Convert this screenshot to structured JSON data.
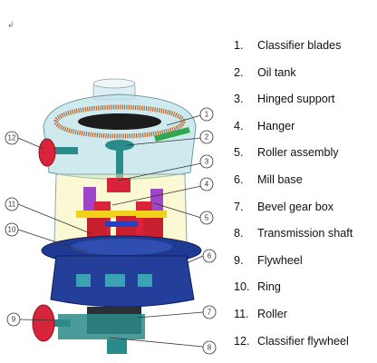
{
  "corner_mark": "↲",
  "legend": [
    {
      "num": "1.",
      "label": "Classifier blades"
    },
    {
      "num": "2.",
      "label": "Oil tank"
    },
    {
      "num": "3.",
      "label": "Hinged support"
    },
    {
      "num": "4.",
      "label": "Hanger"
    },
    {
      "num": "5.",
      "label": "Roller assembly"
    },
    {
      "num": "6.",
      "label": "Mill base"
    },
    {
      "num": "7.",
      "label": "Bevel gear box"
    },
    {
      "num": "8.",
      "label": "Transmission shaft"
    },
    {
      "num": "9.",
      "label": "Flywheel"
    },
    {
      "num": "10.",
      "label": "Ring"
    },
    {
      "num": "11.",
      "label": "Roller"
    },
    {
      "num": "12.",
      "label": "Classifier flywheel"
    }
  ],
  "callouts": [
    "1",
    "2",
    "3",
    "4",
    "5",
    "6",
    "7",
    "8",
    "9",
    "10",
    "11",
    "12"
  ],
  "colors": {
    "housing": "#9fd7e0",
    "base_blue": "#1f3a93",
    "flywheel_red": "#d8243a",
    "gear_orange": "#c9661e",
    "roller_red": "#c8202f",
    "motor_teal": "#2b8a8a"
  }
}
